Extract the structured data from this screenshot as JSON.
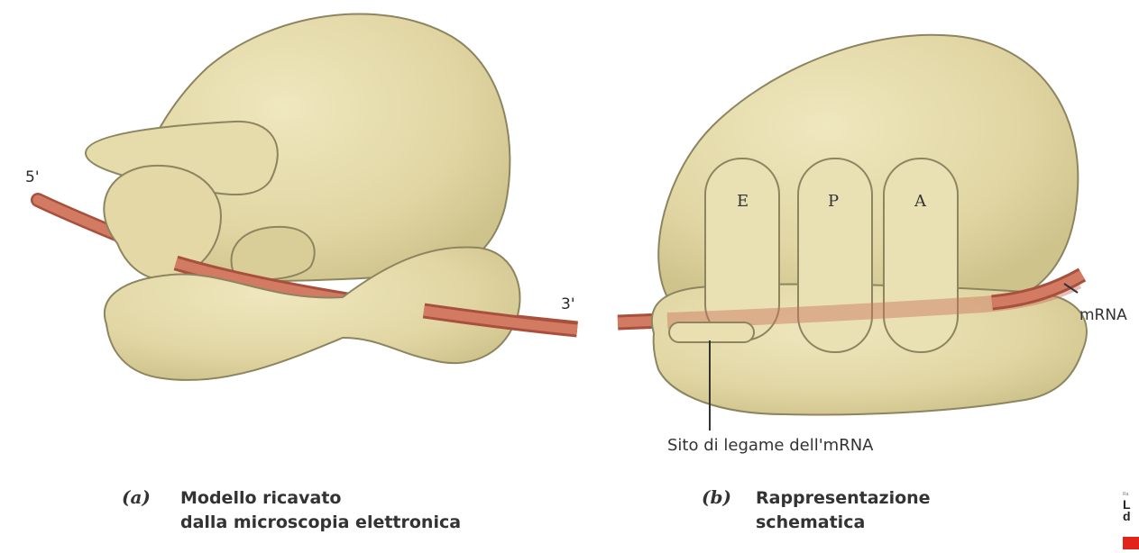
{
  "labels": {
    "five_prime": "5'",
    "three_prime": "3'",
    "mrna": "mRNA",
    "site_E": "E",
    "site_P": "P",
    "site_A": "A",
    "binding_site": "Sito di legame dell'mRNA"
  },
  "captions": {
    "a": {
      "letter": "(a)",
      "line1": "Modello ricavato",
      "line2": "dalla microscopia elettronica"
    },
    "b": {
      "letter": "(b)",
      "line1": "Rappresentazione",
      "line2": "schematica"
    }
  },
  "colors": {
    "ribosome_fill": "#e6dcaa",
    "ribosome_outline": "#8c8560",
    "mrna_strand": "#c9705a",
    "mrna_highlight": "#e2a08c",
    "logo_red": "#e2231a"
  },
  "logo": {
    "line1": "Ra",
    "line2": "L",
    "line3": "d"
  }
}
